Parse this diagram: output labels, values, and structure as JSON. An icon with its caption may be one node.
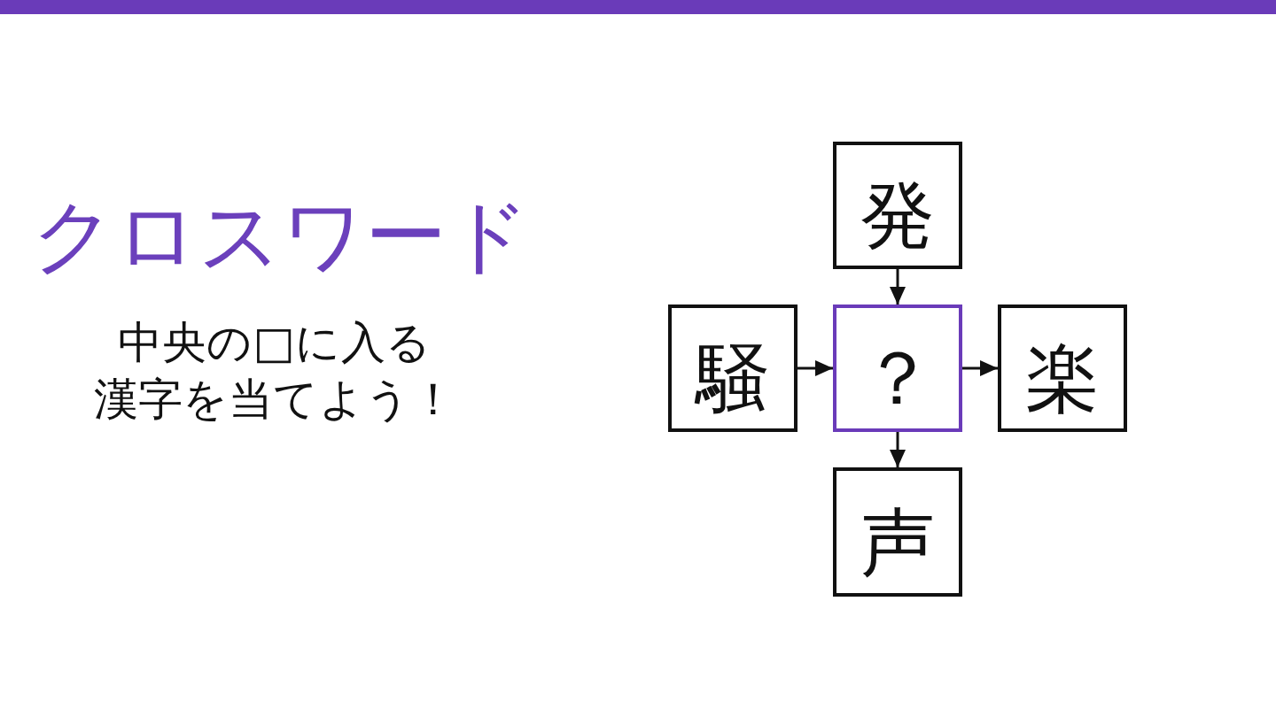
{
  "diagram": {
    "title": "クロスワード",
    "nodes": [
      {
        "text": [
          "発"
        ]
      },
      {
        "text": [
          "騒"
        ]
      },
      {
        "text": [
          "？"
        ]
      },
      {
        "text": [
          "楽"
        ]
      },
      {
        "text": [
          "声"
        ]
      }
    ],
    "edges": [
      {
        "from": 0,
        "to": 2,
        "arrow": "to"
      },
      {
        "from": 1,
        "to": 2,
        "arrow": "to"
      },
      {
        "from": 2,
        "to": 3,
        "arrow": "to"
      },
      {
        "from": 2,
        "to": 4,
        "arrow": "to"
      }
    ],
    "labels": [
      "中央の□に入る",
      "漢字を当てよう！"
    ]
  }
}
